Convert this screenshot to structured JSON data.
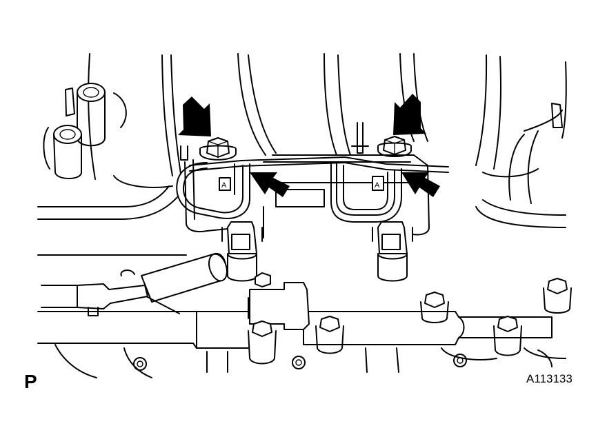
{
  "figure": {
    "view_label": "P",
    "figure_id": "A113133",
    "callouts": [
      {
        "name": "arrow-left-bolt",
        "target": "left-bolt"
      },
      {
        "name": "arrow-right-bolt",
        "target": "right-bolt"
      },
      {
        "name": "arrow-left-clamp",
        "target": "left-hose-clamp"
      },
      {
        "name": "arrow-right-clamp",
        "target": "right-hose-clamp"
      }
    ]
  }
}
